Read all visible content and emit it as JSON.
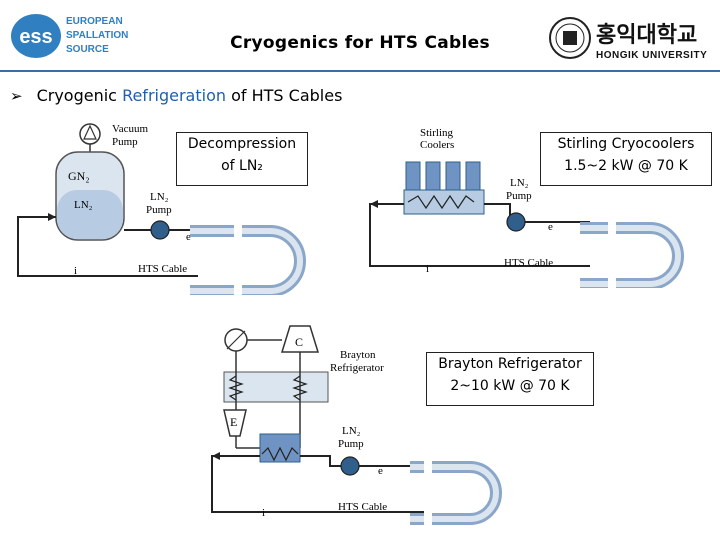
{
  "header": {
    "title": "Cryogenics for HTS Cables",
    "ess_logo": {
      "line1": "EUROPEAN",
      "line2": "SPALLATION",
      "line3": "SOURCE",
      "mark": "ess",
      "color": "#2f7fc1"
    },
    "hongik_logo": {
      "korean": "홍익대학교",
      "english": "HONGIK UNIVERSITY"
    }
  },
  "bullet": {
    "icon": "arrow-bullet-icon",
    "prefix": "Cryogenic ",
    "highlight": "Refrigeration",
    "suffix": " of HTS Cables",
    "highlight_color": "#1f5fae"
  },
  "diagram_decompression": {
    "vacuum_pump": "Vacuum",
    "vacuum_pump2": "Pump",
    "gn2": "GN₂",
    "ln2": "LN₂",
    "ln2_pump1": "LN₂",
    "ln2_pump2": "Pump",
    "e": "e",
    "i": "i",
    "cable": "HTS Cable"
  },
  "callout_decompression": {
    "line1": "Decompression",
    "line2": "of LN₂"
  },
  "diagram_stirling": {
    "coolers1": "Stirling",
    "coolers2": "Coolers",
    "ln2_pump1": "LN₂",
    "ln2_pump2": "Pump",
    "e": "e",
    "i": "i",
    "cable": "HTS Cable"
  },
  "callout_stirling": {
    "line1": "Stirling Cryocoolers",
    "line2": "1.5~2 kW @ 70 K"
  },
  "diagram_brayton": {
    "c": "C",
    "e_box": "E",
    "brayton1": "Brayton",
    "brayton2": "Refrigerator",
    "ln2_pump1": "LN₂",
    "ln2_pump2": "Pump",
    "e": "e",
    "i": "i",
    "cable": "HTS Cable"
  },
  "callout_brayton": {
    "line1": "Brayton Refrigerator",
    "line2": "2~10 kW @ 70 K"
  }
}
